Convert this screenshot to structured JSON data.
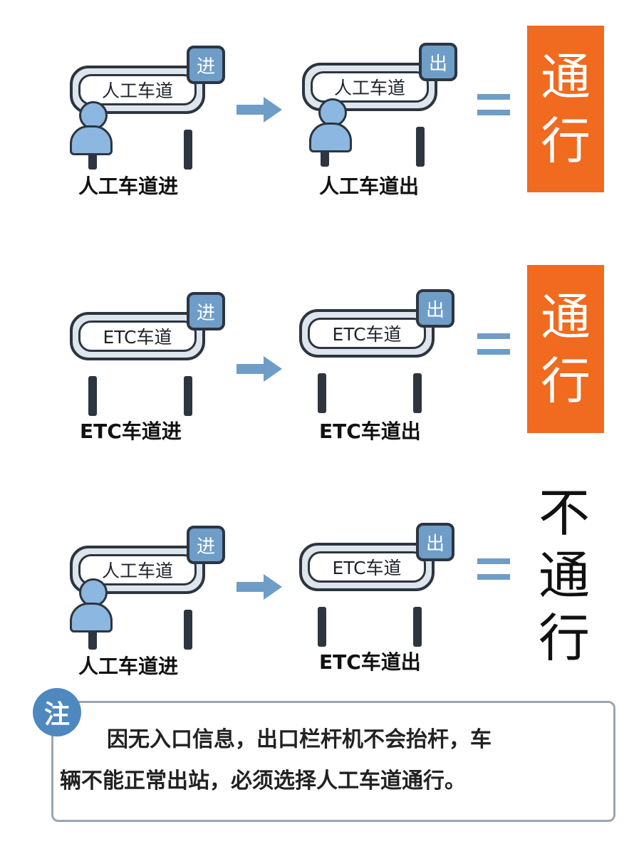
{
  "rows": [
    {
      "entry": {
        "board": "人工车道",
        "tag": "进",
        "has_person": true,
        "caption": "人工车道进"
      },
      "exit": {
        "board": "人工车道",
        "tag": "出",
        "has_person": true,
        "caption": "人工车道出"
      },
      "result": {
        "chars": [
          "通",
          "行"
        ],
        "style": "orange-box"
      }
    },
    {
      "entry": {
        "board": "ETC车道",
        "tag": "进",
        "has_person": false,
        "caption": "ETC车道进"
      },
      "exit": {
        "board": "ETC车道",
        "tag": "出",
        "has_person": false,
        "caption": "ETC车道出"
      },
      "result": {
        "chars": [
          "通",
          "行"
        ],
        "style": "orange-box"
      }
    },
    {
      "entry": {
        "board": "人工车道",
        "tag": "进",
        "has_person": true,
        "caption": "人工车道进"
      },
      "exit": {
        "board": "ETC车道",
        "tag": "出",
        "has_person": false,
        "caption": "ETC车道出"
      },
      "result": {
        "chars": [
          "不",
          "通",
          "行"
        ],
        "style": "plain"
      }
    }
  ],
  "note": {
    "badge": "注",
    "line1": "因无入口信息，出口栏杆机不会抬杆，车",
    "line2": "辆不能正常出站，必须选择人工车道通行。"
  },
  "colors": {
    "accent_blue": "#6e9dc8",
    "result_orange": "#f06a1f",
    "outline": "#2c3540",
    "badge_blue": "#4f88bf"
  }
}
